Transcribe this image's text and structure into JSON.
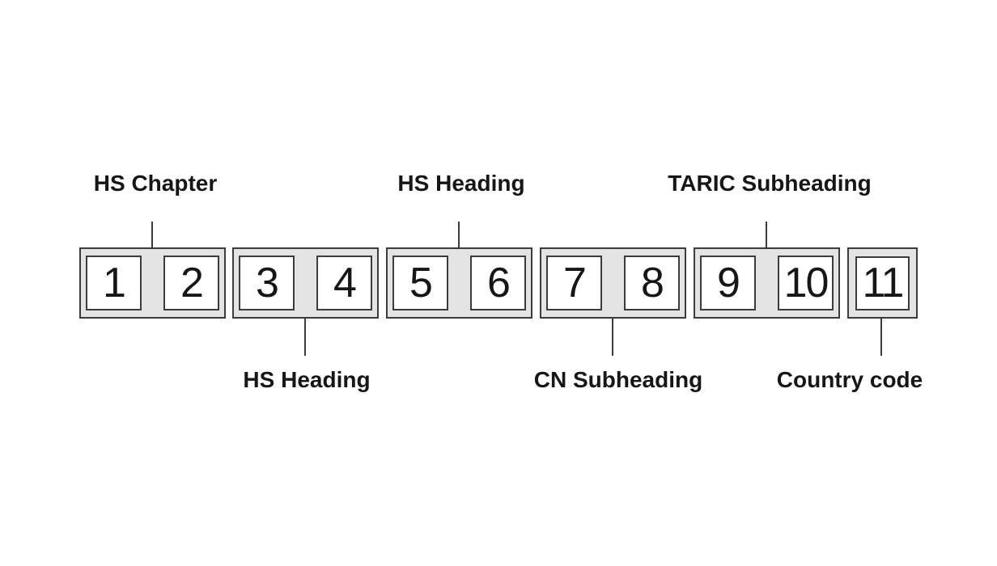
{
  "diagram": {
    "description": "TARIC code digit structure",
    "groups": [
      {
        "digits": [
          "1",
          "2"
        ],
        "label": "HS Chapter",
        "label_position": "top"
      },
      {
        "digits": [
          "3",
          "4"
        ],
        "label": "HS Heading",
        "label_position": "bottom"
      },
      {
        "digits": [
          "5",
          "6"
        ],
        "label": "HS Heading",
        "label_position": "top"
      },
      {
        "digits": [
          "7",
          "8"
        ],
        "label": "CN Subheading",
        "label_position": "bottom"
      },
      {
        "digits": [
          "9",
          "10"
        ],
        "label": "TARIC Subheading",
        "label_position": "top"
      },
      {
        "digits": [
          "11"
        ],
        "label": "Country code",
        "label_position": "bottom"
      }
    ]
  },
  "colors": {
    "background": "#ffffff",
    "box_fill": "#e3e3e3",
    "line": "#3c3c3c",
    "ink": "#161616"
  }
}
